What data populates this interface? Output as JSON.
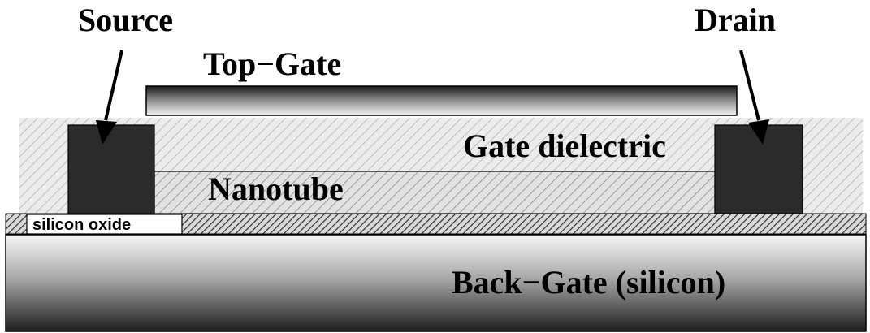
{
  "labels": {
    "source": "Source",
    "drain": "Drain",
    "top_gate": "Top−Gate",
    "gate_dielectric": "Gate dielectric",
    "nanotube": "Nanotube",
    "silicon_oxide": "silicon oxide",
    "back_gate": "Back−Gate (silicon)"
  },
  "colors": {
    "contact": "#2b2b2b",
    "dielectric_hatch": "#c8c8c8",
    "oxide_hatch": "#3a3a3a",
    "outline": "#000000"
  }
}
